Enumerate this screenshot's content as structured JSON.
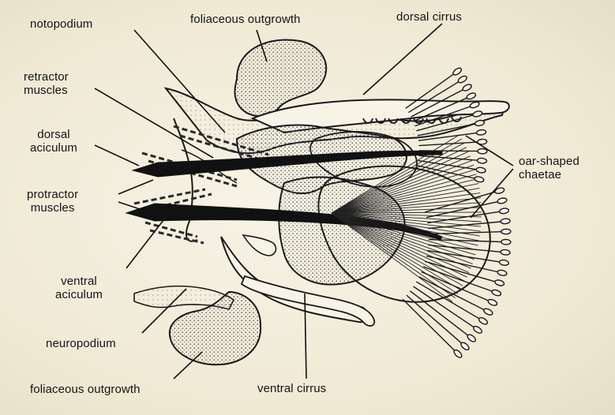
{
  "labels": {
    "notopodium": "notopodium",
    "foliaceous_top": "foliaceous outgrowth",
    "dorsal_cirrus": "dorsal cirrus",
    "retractor": [
      "retractor",
      "muscles"
    ],
    "dorsal_aciculum": [
      "dorsal",
      "aciculum"
    ],
    "oar_chaetae": [
      "oar-shaped",
      "chaetae"
    ],
    "protractor": [
      "protractor",
      "muscles"
    ],
    "ventral_aciculum": [
      "ventral",
      "aciculum"
    ],
    "neuropodium": "neuropodium",
    "foliaceous_bottom": "foliaceous outgrowth",
    "ventral_cirrus": "ventral cirrus"
  },
  "colors": {
    "ink": "#1a1a1a",
    "stipple": "#5a5a5a",
    "paper": "#f1ecd9"
  }
}
